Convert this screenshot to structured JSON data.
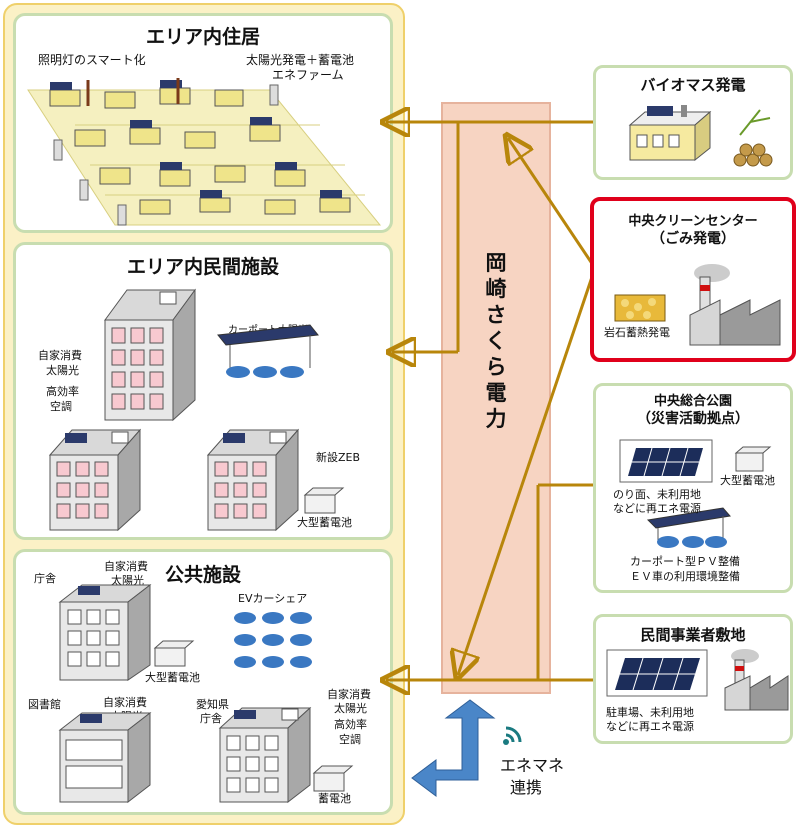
{
  "area_residence": {
    "title": "エリア内住居",
    "label_smart_light": "照明灯のスマート化",
    "label_solar_line1": "太陽光発電＋蓄電池",
    "label_solar_line2": "エネファーム"
  },
  "area_private": {
    "title": "エリア内民間施設",
    "label_self_line1": "自家消費",
    "label_self_line2": "太陽光",
    "label_self_line3": "高効率",
    "label_self_line4": "空調",
    "label_carport": "カーポート太陽光",
    "label_zeb": "新設ZEB",
    "label_battery": "大型蓄電池"
  },
  "public": {
    "title": "公共施設",
    "label_office": "庁舎",
    "label_self_line1": "自家消費",
    "label_self_line2": "太陽光",
    "label_battery": "大型蓄電池",
    "label_ev": "EVカーシェア",
    "label_library": "図書館",
    "label_lib_self_line1": "自家消費",
    "label_lib_self_line2": "太陽光",
    "label_pref_line1": "愛知県",
    "label_pref_line2": "庁舎",
    "label_pref_self_line1": "自家消費",
    "label_pref_self_line2": "太陽光",
    "label_pref_self_line3": "高効率",
    "label_pref_self_line4": "空調",
    "label_storage": "蓄電池"
  },
  "center": {
    "pillar_title": "岡崎さくら電力",
    "enemane_line1": "エネマネ",
    "enemane_line2": "連携"
  },
  "biomass": {
    "title": "バイオマス発電"
  },
  "clean_center": {
    "title_line1": "中央クリーンセンター",
    "title_line2": "（ごみ発電）",
    "label_rock": "岩石蓄熱発電"
  },
  "park": {
    "title_line1": "中央総合公園",
    "title_line2": "（災害活動拠点）",
    "label_battery": "大型蓄電池",
    "label_slope_line1": "のり面、未利用地",
    "label_slope_line2": "などに再エネ電源",
    "label_carport_line1": "カーポート型ＰＶ整備",
    "label_carport_line2": "ＥＶ車の利用環境整備"
  },
  "private_site": {
    "title": "民間事業者敷地",
    "label_line1": "駐車場、未利用地",
    "label_line2": "などに再エネ電源"
  },
  "colors": {
    "arrow": "#b8860b",
    "panel_border": "#c8ddb0",
    "highlight": "#e0001b",
    "pillar": "#f7d4c2",
    "area_bg": "#fbf1c6",
    "enemane_arrow": "#4a86c8"
  }
}
